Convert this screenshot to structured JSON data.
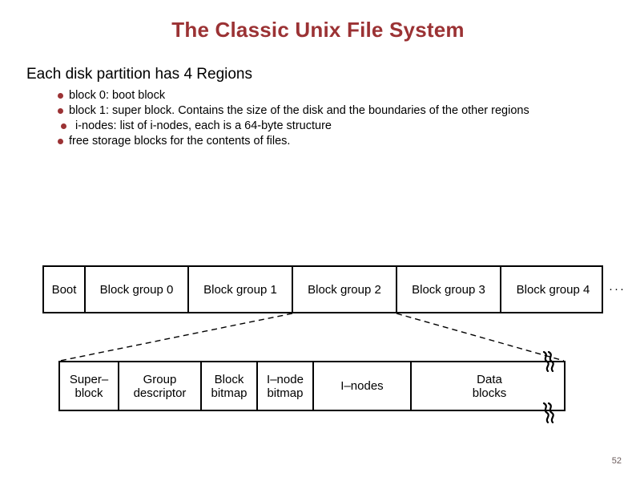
{
  "slide": {
    "title": "The Classic Unix File System",
    "lead_line": "Each disk partition has 4 Regions",
    "page_number": "52",
    "title_color": "#9B3234",
    "bullet_color": "#9B3234",
    "text_color": "#000000",
    "background": "#FFFFFF"
  },
  "bullets": [
    {
      "text": "block 0: boot block",
      "indented": false
    },
    {
      "text": "block 1: super block. Contains the size of the disk and the boundaries of the other regions",
      "indented": false
    },
    {
      "text": "i-nodes: list of i-nodes, each is a 64-byte structure",
      "indented": true
    },
    {
      "text": "free storage blocks for the contents of files.",
      "indented": false
    }
  ],
  "diagram": {
    "ellipsis": "···",
    "partition_strip": {
      "cells": [
        {
          "label": "Boot",
          "width": 52
        },
        {
          "label": "Block group 0",
          "width": 129
        },
        {
          "label": "Block group 1",
          "width": 130
        },
        {
          "label": "Block group 2",
          "width": 130
        },
        {
          "label": "Block group 3",
          "width": 130
        },
        {
          "label": "Block group 4",
          "width": 129
        }
      ]
    },
    "block_group_detail": {
      "cells": [
        {
          "label": "Super–\nblock",
          "width": 74
        },
        {
          "label": "Group\ndescriptor",
          "width": 103
        },
        {
          "label": "Block\nbitmap",
          "width": 70
        },
        {
          "label": "I–node\nbitmap",
          "width": 70
        },
        {
          "label": "I–nodes",
          "width": 122
        },
        {
          "label": "Data\nblocks",
          "width": 194
        }
      ]
    }
  }
}
